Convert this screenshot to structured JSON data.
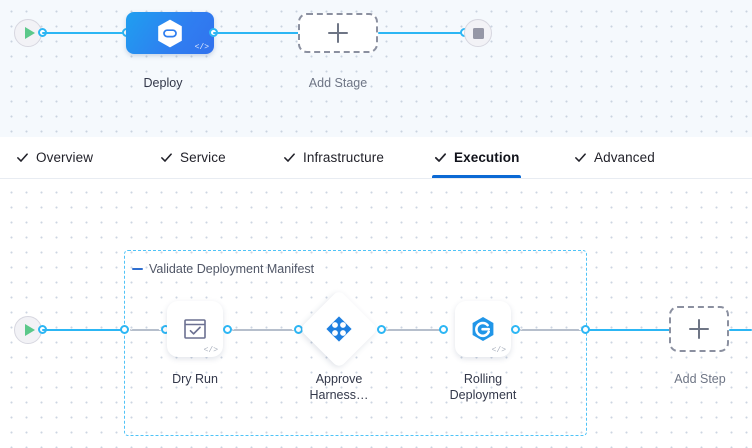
{
  "stage_canvas": {
    "start_node": {
      "name": "pipeline-start",
      "icon": "play-icon"
    },
    "end_node": {
      "name": "pipeline-end",
      "icon": "stop-icon"
    },
    "stages": [
      {
        "label": "Deploy",
        "icon": "harness-infinity-icon",
        "badge": "</>",
        "type": "stage"
      }
    ],
    "add_stage": {
      "label": "Add Stage",
      "icon": "plus-icon"
    }
  },
  "tabs": {
    "items": [
      {
        "label": "Overview",
        "icon": "check-icon",
        "active": false
      },
      {
        "label": "Service",
        "icon": "check-icon",
        "active": false
      },
      {
        "label": "Infrastructure",
        "icon": "check-icon",
        "active": false
      },
      {
        "label": "Execution",
        "icon": "check-icon",
        "active": true
      },
      {
        "label": "Advanced",
        "icon": "check-icon",
        "active": false
      }
    ],
    "active_underline_color": "#0b69d4"
  },
  "steps_canvas": {
    "start_node": {
      "name": "execution-start",
      "icon": "play-icon"
    },
    "step_group": {
      "title": "Validate Deployment Manifest",
      "collapse_icon": "minus-icon",
      "border_color": "#4fc3f7"
    },
    "steps": [
      {
        "label": "Dry Run",
        "icon": "terminal-check-icon",
        "shape": "rounded",
        "badge": "</>"
      },
      {
        "label": "Approve Harness…",
        "icon": "harness-approval-icon",
        "shape": "diamond",
        "badge": ""
      },
      {
        "label": "Rolling Deployment",
        "icon": "rolling-deployment-icon",
        "shape": "rounded",
        "badge": "</>"
      }
    ],
    "add_step": {
      "label": "Add Step",
      "icon": "plus-icon"
    }
  },
  "colors": {
    "accent_blue": "#2cb6f4",
    "stage_blue": "#2f7ef0",
    "active_tab": "#0b69d4",
    "play_green": "#5bc88a",
    "group_dash": "#4fc3f7",
    "canvas_top_bg": "#f5f9fd",
    "canvas_bottom_bg": "#ffffff"
  }
}
